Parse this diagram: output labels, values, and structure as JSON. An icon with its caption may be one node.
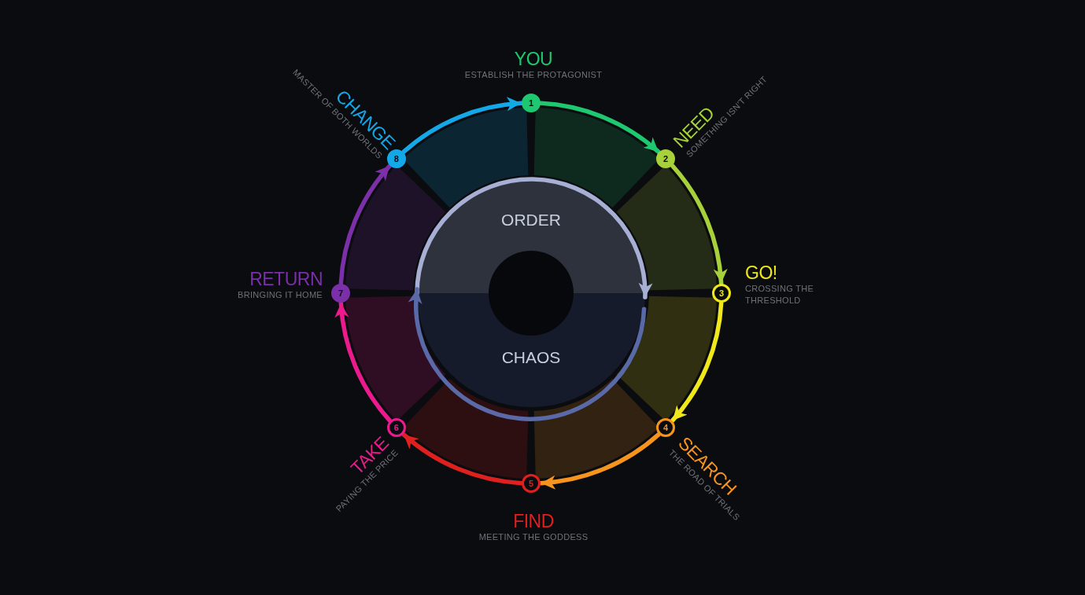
{
  "diagram": {
    "nodes": [
      {
        "text": [
          "1"
        ],
        "beside": [
          "YOU",
          "ESTABLISH THE PROTAGONIST"
        ]
      },
      {
        "text": [
          "2"
        ],
        "beside": [
          "NEED",
          "SOMETHING ISN'T RIGHT"
        ]
      },
      {
        "text": [
          "3"
        ],
        "beside": [
          "GO!",
          "CROSSING THE THRESHOLD"
        ]
      },
      {
        "text": [
          "4"
        ],
        "beside": [
          "SEARCH",
          "THE ROAD OF TRIALS"
        ]
      },
      {
        "text": [
          "5"
        ],
        "beside": [
          "FIND",
          "MEETING THE GODDESS"
        ]
      },
      {
        "text": [
          "6"
        ],
        "beside": [
          "TAKE",
          "PAYING THE PRICE"
        ]
      },
      {
        "text": [
          "7"
        ],
        "beside": [
          "RETURN",
          "BRINGING IT HOME"
        ]
      },
      {
        "text": [
          "8"
        ],
        "beside": [
          "CHANGE",
          "MASTER OF BOTH WORLDS"
        ]
      },
      {
        "text": [
          "ORDER"
        ]
      },
      {
        "text": [
          "CHAOS"
        ]
      }
    ],
    "edges": [
      {
        "from": 0,
        "to": 1,
        "arrow": "to",
        "color": "#1ec870"
      },
      {
        "from": 1,
        "to": 2,
        "arrow": "to",
        "color": "#a6d13a"
      },
      {
        "from": 2,
        "to": 3,
        "arrow": "to",
        "color": "#f0e81a"
      },
      {
        "from": 3,
        "to": 4,
        "arrow": "to",
        "color": "#f7941d"
      },
      {
        "from": 4,
        "to": 5,
        "arrow": "to",
        "color": "#e0201f"
      },
      {
        "from": 5,
        "to": 6,
        "arrow": "to",
        "color": "#ec1a8c"
      },
      {
        "from": 6,
        "to": 7,
        "arrow": "to",
        "color": "#7b2fa8"
      },
      {
        "from": 7,
        "to": 0,
        "arrow": "to",
        "color": "#13a8e8"
      },
      {
        "from": 8,
        "to": 9,
        "arrow": "to",
        "color": "#a7b0d4"
      },
      {
        "from": 9,
        "to": 8,
        "arrow": "to",
        "color": "#5a6aa8"
      }
    ]
  }
}
